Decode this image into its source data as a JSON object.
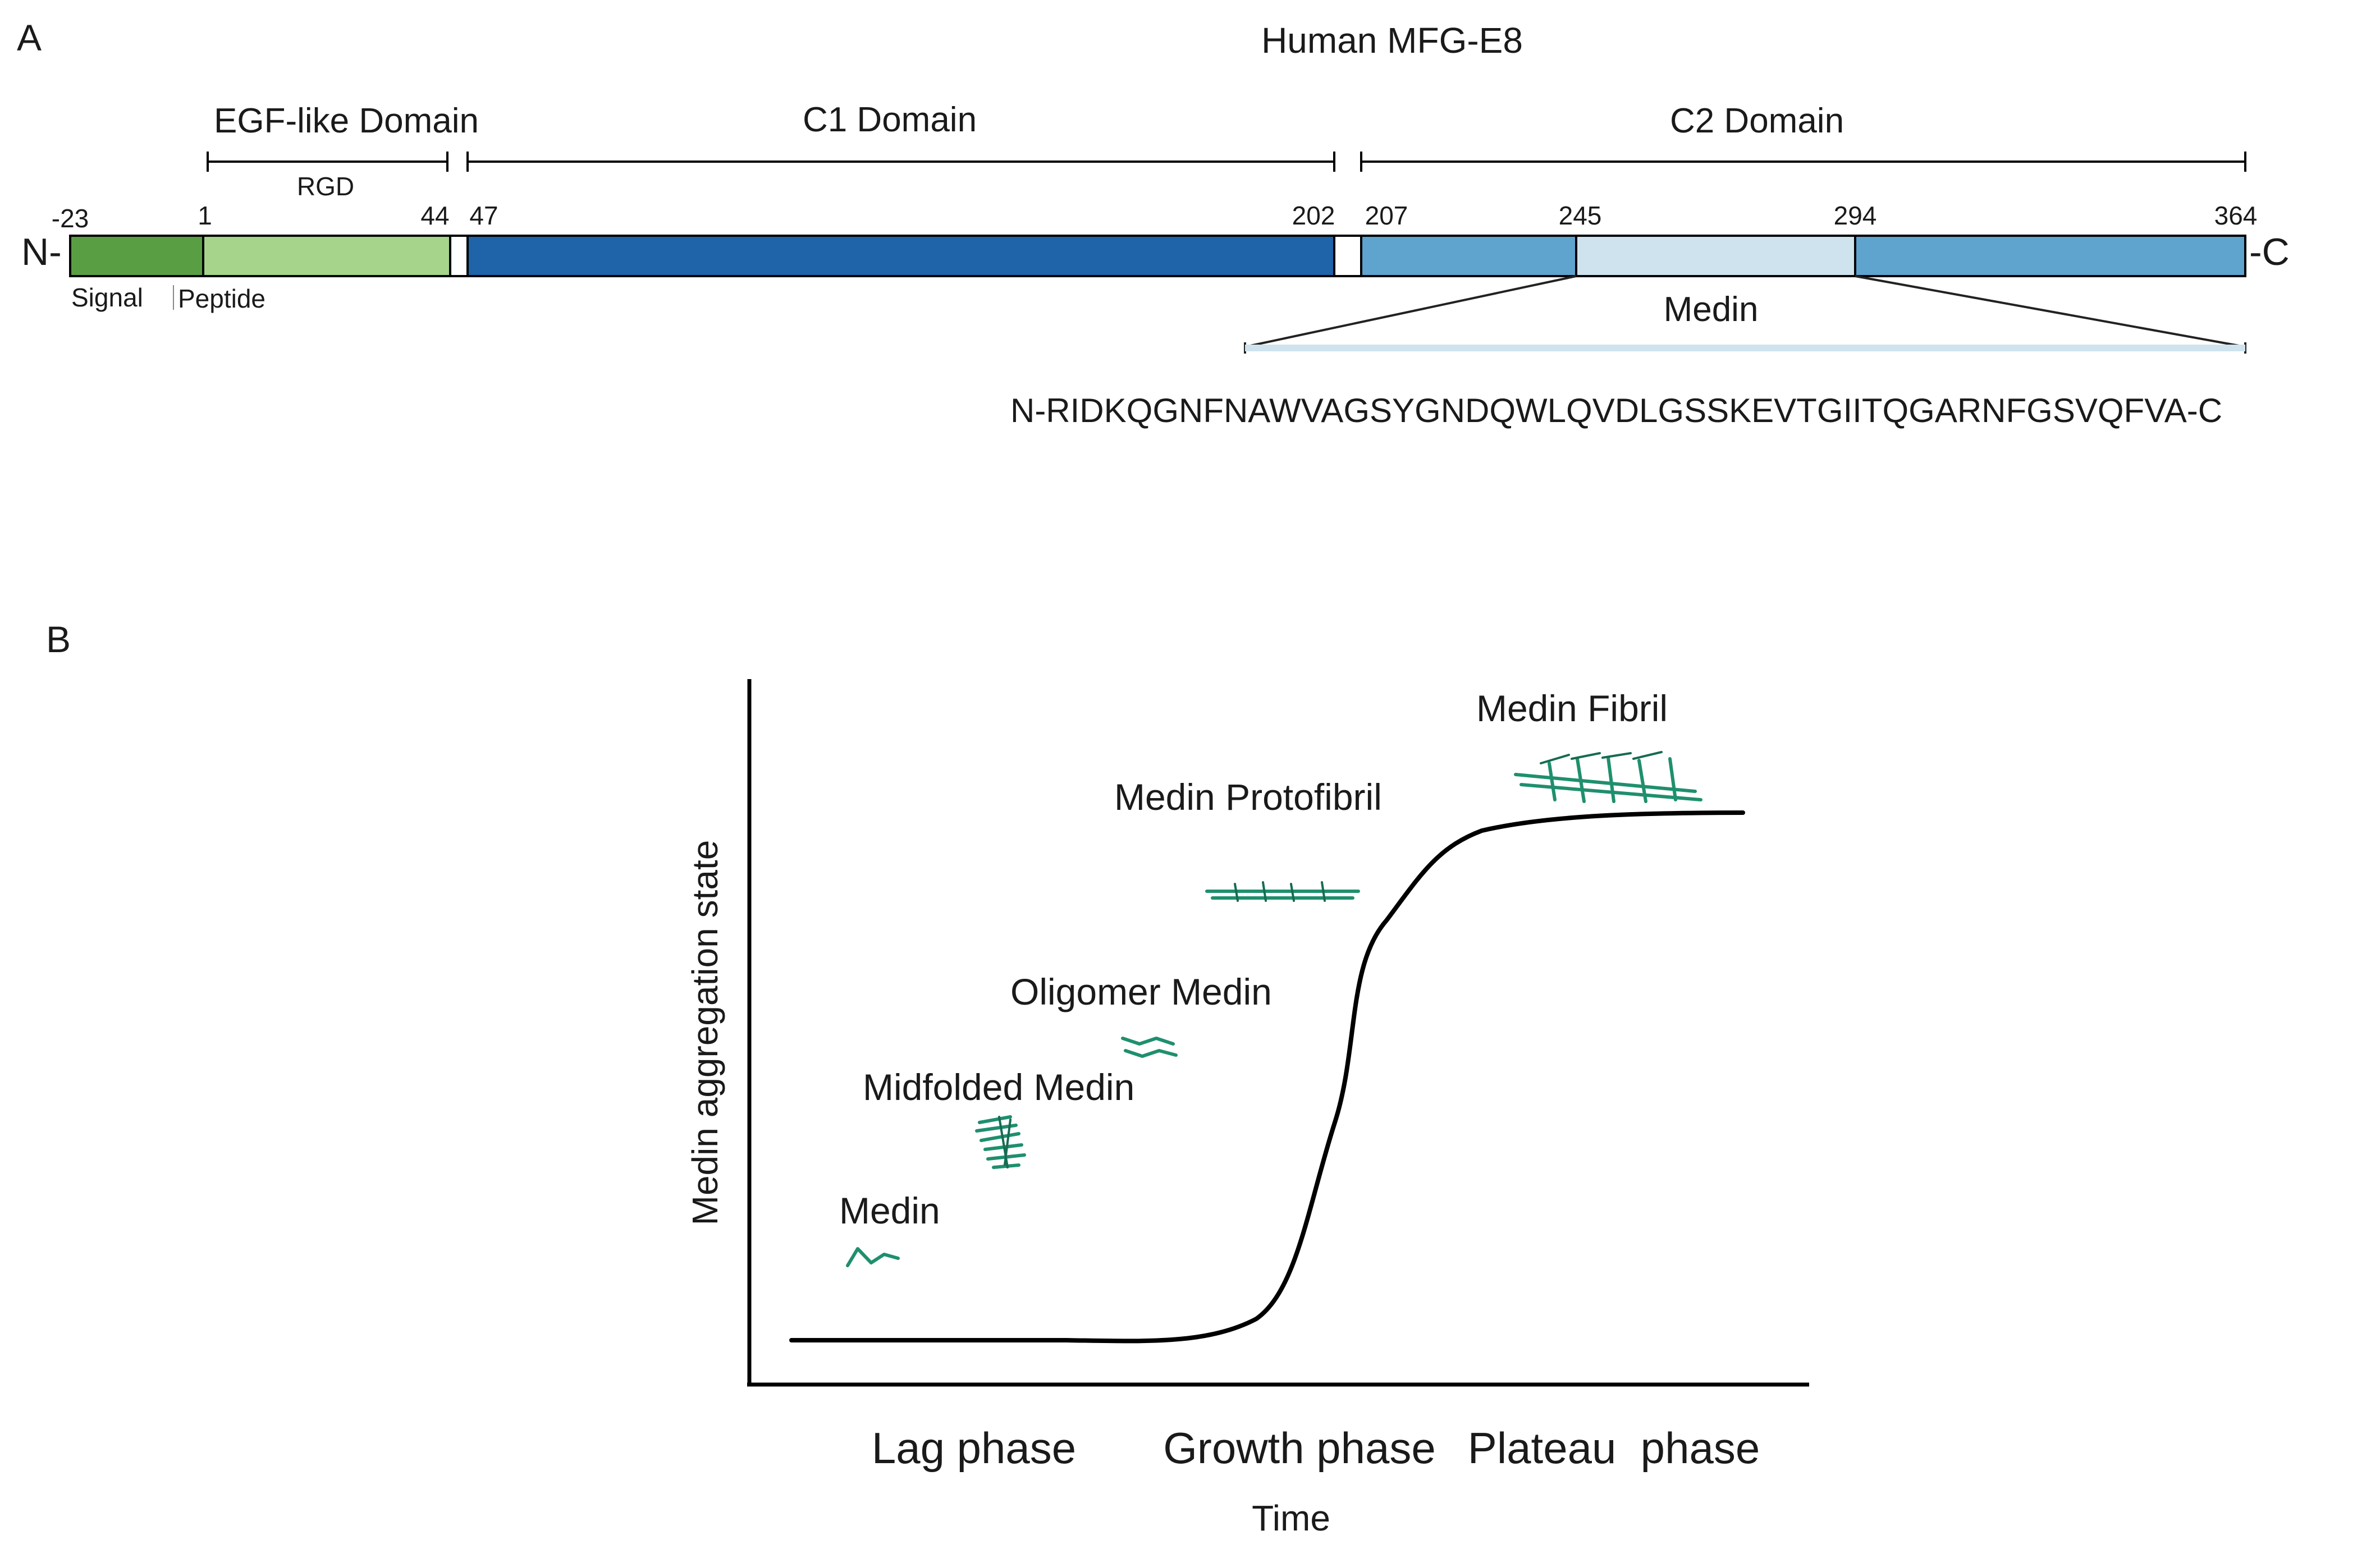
{
  "panel_a": {
    "label": "A",
    "title": "Human MFG-E8",
    "domains": {
      "egf": "EGF-like Domain",
      "rgd": "RGD",
      "c1": "C1 Domain",
      "c2": "C2 Domain"
    },
    "positions": [
      "-23",
      "1",
      "44",
      "47",
      "202",
      "207",
      "245",
      "294",
      "364"
    ],
    "n_terminus": "N-",
    "c_terminus": "-C",
    "signal": "Signal",
    "peptide": "Peptide",
    "medin_label": "Medin",
    "sequence": "N-RIDKQGNFNAWVAGSYGNDQWLQVDLGSSKEVTGIITQGARNFGSVQFVA-C",
    "colors": {
      "signal": "#5a9e44",
      "egf": "#a6d48a",
      "c1": "#1f63a8",
      "c2": "#5fa3cf",
      "medin": "#cfe3ee",
      "fibril": "#1f8f6e"
    }
  },
  "panel_b": {
    "label": "B",
    "stages": [
      "Medin",
      "Midfolded Medin",
      "Oligomer Medin",
      "Medin Protofibril",
      "Medin Fibril"
    ],
    "phases": [
      "Lag phase",
      "Growth phase",
      "Plateau  phase"
    ],
    "x_label": "Time",
    "y_label": "Medin aggregation state"
  }
}
